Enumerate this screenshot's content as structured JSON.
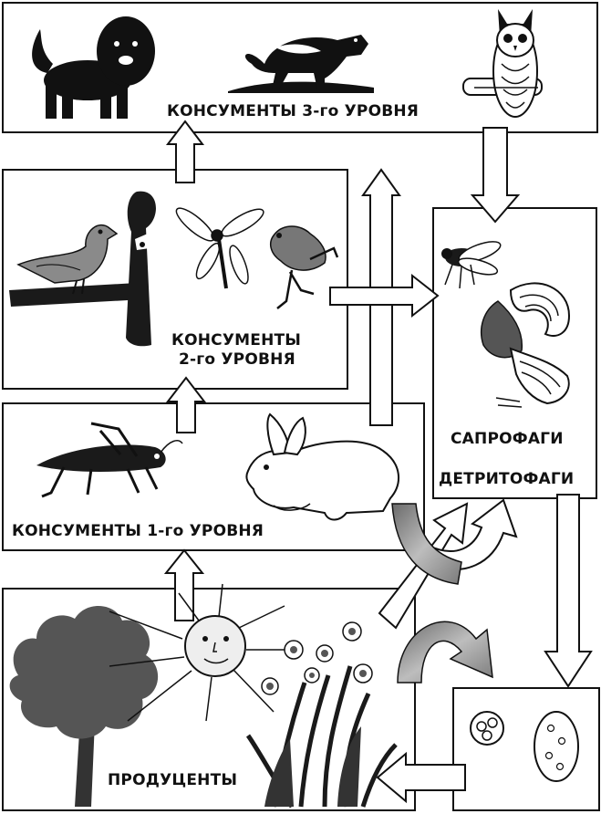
{
  "labels": {
    "consumers_3": "КОНСУМЕНТЫ  3-го УРОВНЯ",
    "consumers_2_line1": "КОНСУМЕНТЫ",
    "consumers_2_line2": "2-го  УРОВНЯ",
    "consumers_1": "КОНСУМЕНТЫ 1-го УРОВНЯ",
    "saprophages": "САПРОФАГИ",
    "detritophages": "ДЕТРИТОФАГИ",
    "producers": "ПРОДУЦЕНТЫ"
  },
  "colors": {
    "line": "#111111",
    "fill_dark": "#1a1a1a",
    "fill_mid": "#555555",
    "fill_light": "#9a9a9a",
    "background": "#ffffff"
  }
}
